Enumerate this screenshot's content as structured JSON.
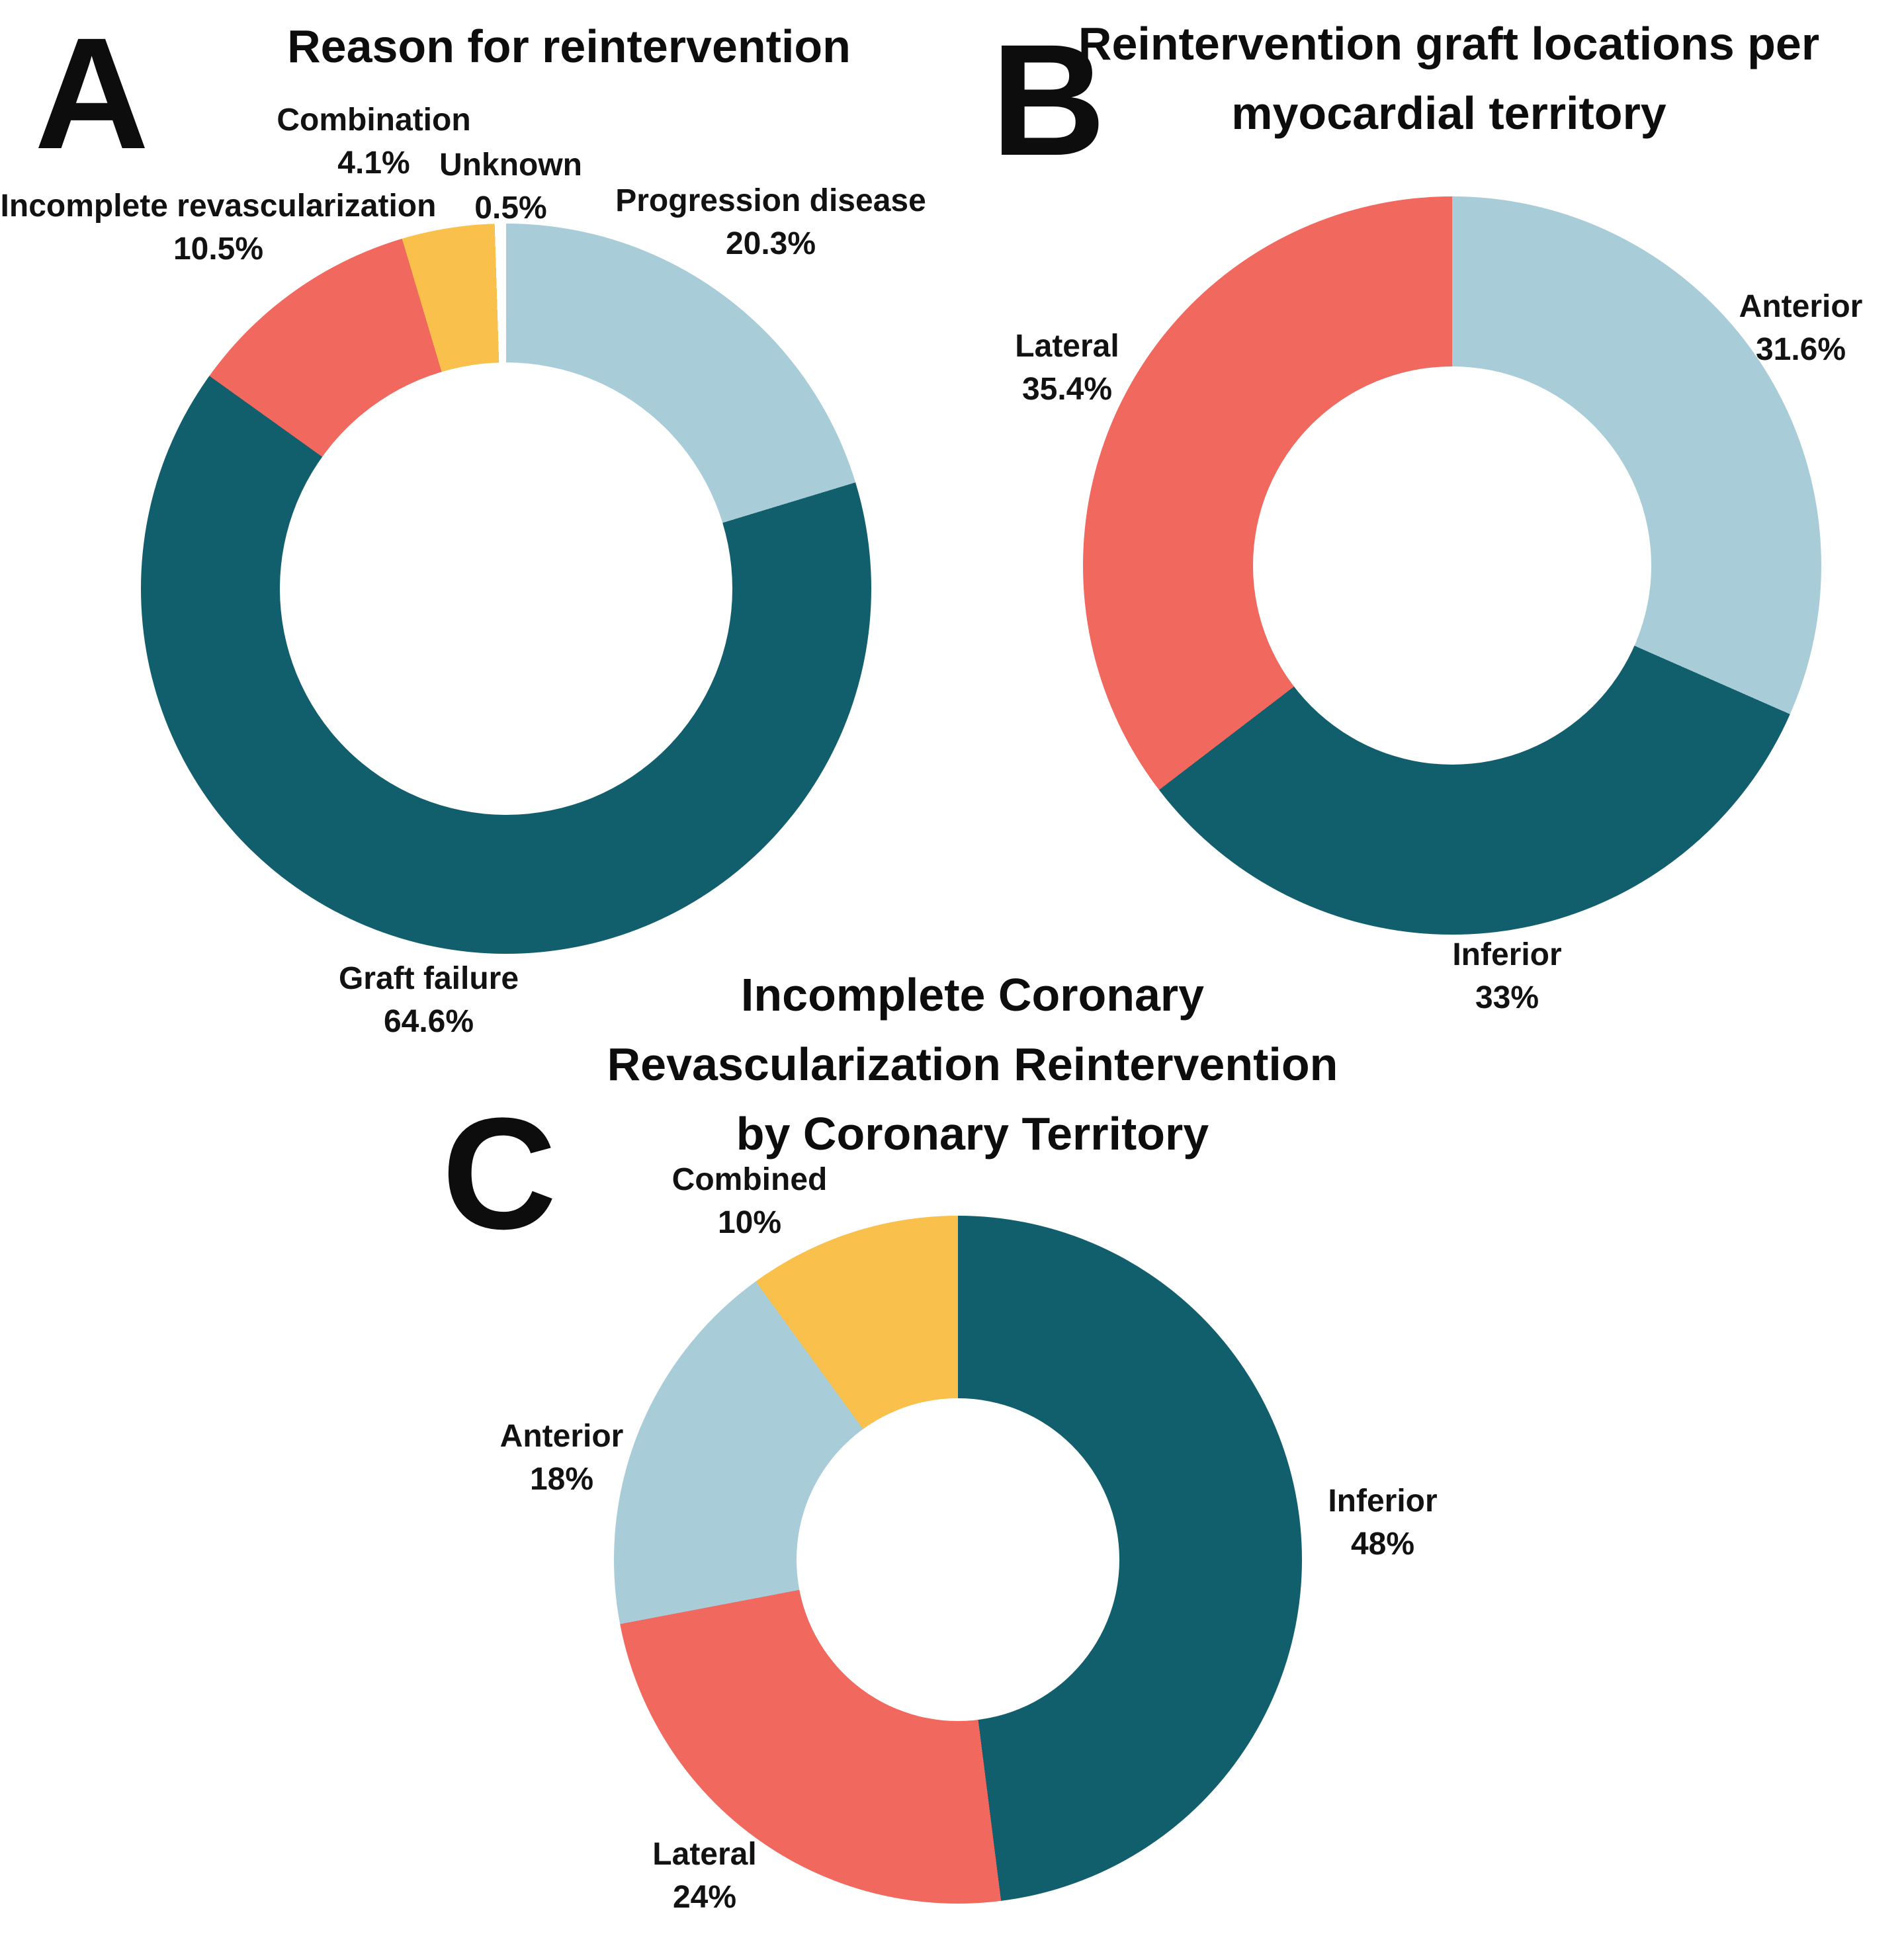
{
  "palette": {
    "teal": "#115e6c",
    "salmon_red": "#f1685e",
    "light_blue": "#a8cdd8",
    "yellow": "#f9c04b",
    "white": "#ffffff",
    "text": "#121212",
    "background": "#ffffff"
  },
  "letters": {
    "a": "A",
    "b": "B",
    "c": "C"
  },
  "charts": {
    "a": {
      "title": "Reason for reintervention",
      "slices": [
        {
          "label": "Progression disease",
          "pct_text": "20.3%",
          "value": 20.3,
          "color": "#a8cdd8"
        },
        {
          "label": "Graft failure",
          "pct_text": "64.6%",
          "value": 64.6,
          "color": "#115e6c"
        },
        {
          "label": "Incomplete revascularization",
          "pct_text": "10.5%",
          "value": 10.5,
          "color": "#f1685e"
        },
        {
          "label": "Combination",
          "pct_text": "4.1%",
          "value": 4.1,
          "color": "#f9c04b"
        },
        {
          "label": "Unknown",
          "pct_text": "0.5%",
          "value": 0.5,
          "color": "#ffffff"
        }
      ]
    },
    "b": {
      "title_lines": [
        "Reintervention graft locations per",
        "myocardial territory"
      ],
      "slices": [
        {
          "label": "Anterior",
          "pct_text": "31.6%",
          "value": 31.6,
          "color": "#a8cdd8"
        },
        {
          "label": "Inferior",
          "pct_text": "33%",
          "value": 33,
          "color": "#115e6c"
        },
        {
          "label": "Lateral",
          "pct_text": "35.4%",
          "value": 35.4,
          "color": "#f1685e"
        }
      ]
    },
    "c": {
      "title_lines": [
        "Incomplete Coronary",
        "Revascularization  Reintervention",
        "by Coronary Territory"
      ],
      "slices": [
        {
          "label": "Inferior",
          "pct_text": "48%",
          "value": 48,
          "color": "#115e6c"
        },
        {
          "label": "Lateral",
          "pct_text": "24%",
          "value": 24,
          "color": "#f1685e"
        },
        {
          "label": "Anterior",
          "pct_text": "18%",
          "value": 18,
          "color": "#a8cdd8"
        },
        {
          "label": "Combined",
          "pct_text": "10%",
          "value": 10,
          "color": "#f9c04b"
        }
      ]
    }
  },
  "chart_data": [
    {
      "type": "pie",
      "subtype": "donut",
      "panel": "A",
      "title": "Reason for reintervention",
      "labels": [
        "Progression disease",
        "Graft failure",
        "Incomplete revascularization",
        "Combination",
        "Unknown"
      ],
      "values": [
        20.3,
        64.6,
        10.5,
        4.1,
        0.5
      ],
      "unit": "%",
      "colors": [
        "#a8cdd8",
        "#115e6c",
        "#f1685e",
        "#f9c04b",
        "#ffffff"
      ],
      "start_angle": "12 o'clock",
      "direction": "clockwise",
      "legend": "none (direct slice labels)"
    },
    {
      "type": "pie",
      "subtype": "donut",
      "panel": "B",
      "title": "Reintervention graft locations per myocardial territory",
      "labels": [
        "Anterior",
        "Inferior",
        "Lateral"
      ],
      "values": [
        31.6,
        33,
        35.4
      ],
      "unit": "%",
      "colors": [
        "#a8cdd8",
        "#115e6c",
        "#f1685e"
      ],
      "start_angle": "12 o'clock",
      "direction": "clockwise",
      "legend": "none (direct slice labels)"
    },
    {
      "type": "pie",
      "subtype": "donut",
      "panel": "C",
      "title": "Incomplete Coronary Revascularization  Reintervention by Coronary Territory",
      "labels": [
        "Inferior",
        "Lateral",
        "Anterior",
        "Combined"
      ],
      "values": [
        48,
        24,
        18,
        10
      ],
      "unit": "%",
      "colors": [
        "#115e6c",
        "#f1685e",
        "#a8cdd8",
        "#f9c04b"
      ],
      "start_angle": "12 o'clock",
      "direction": "clockwise",
      "legend": "none (direct slice labels)"
    }
  ]
}
